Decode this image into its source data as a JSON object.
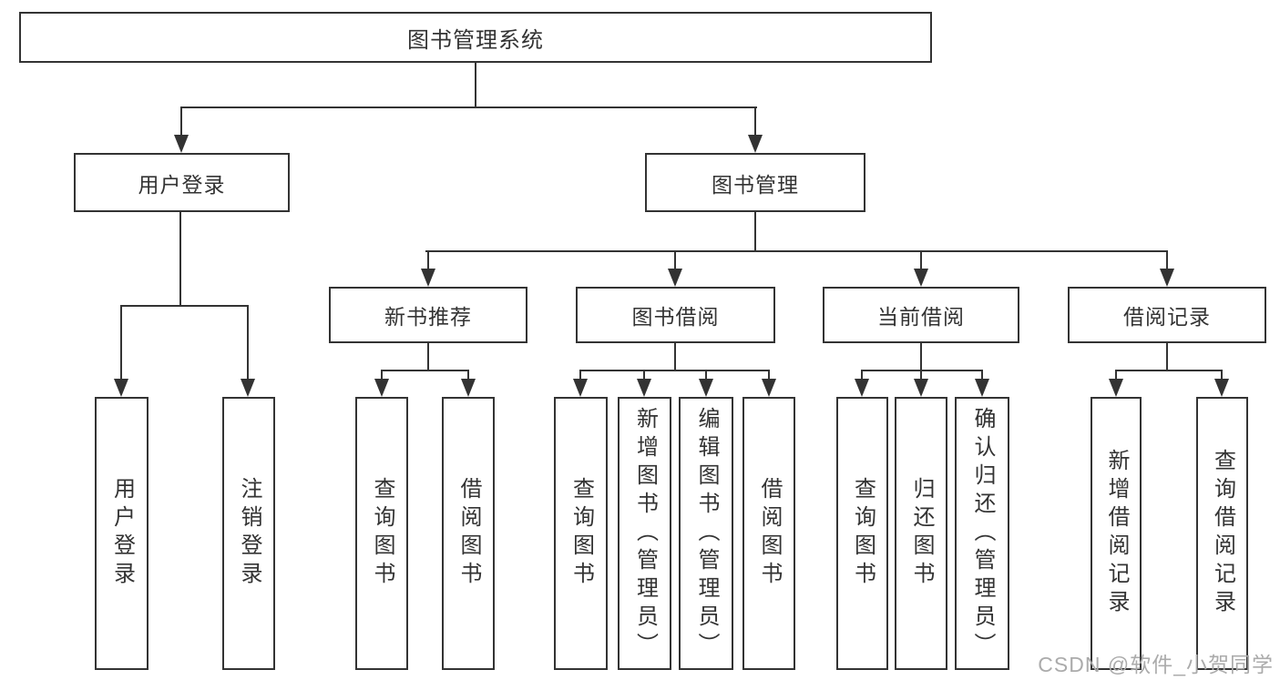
{
  "title": "图书管理系统",
  "watermark": "CSDN @软件_小贺同学",
  "colors": {
    "line": "#333333",
    "text": "#333333",
    "watermark": "#ababab",
    "background": "#ffffff"
  },
  "tree": {
    "root": {
      "label": "图书管理系统"
    },
    "branches": [
      {
        "label": "用户登录",
        "children": [
          "用户登录",
          "注销登录"
        ]
      },
      {
        "label": "图书管理",
        "groups": [
          {
            "label": "新书推荐",
            "children": [
              "查询图书",
              "借阅图书"
            ]
          },
          {
            "label": "图书借阅",
            "children": [
              "查询图书",
              "新增图书（管理员）",
              "编辑图书（管理员）",
              "借阅图书"
            ]
          },
          {
            "label": "当前借阅",
            "children": [
              "查询图书",
              "归还图书",
              "确认归还（管理员）"
            ]
          },
          {
            "label": "借阅记录",
            "children": [
              "新增借阅记录",
              "查询借阅记录"
            ]
          }
        ]
      }
    ]
  }
}
